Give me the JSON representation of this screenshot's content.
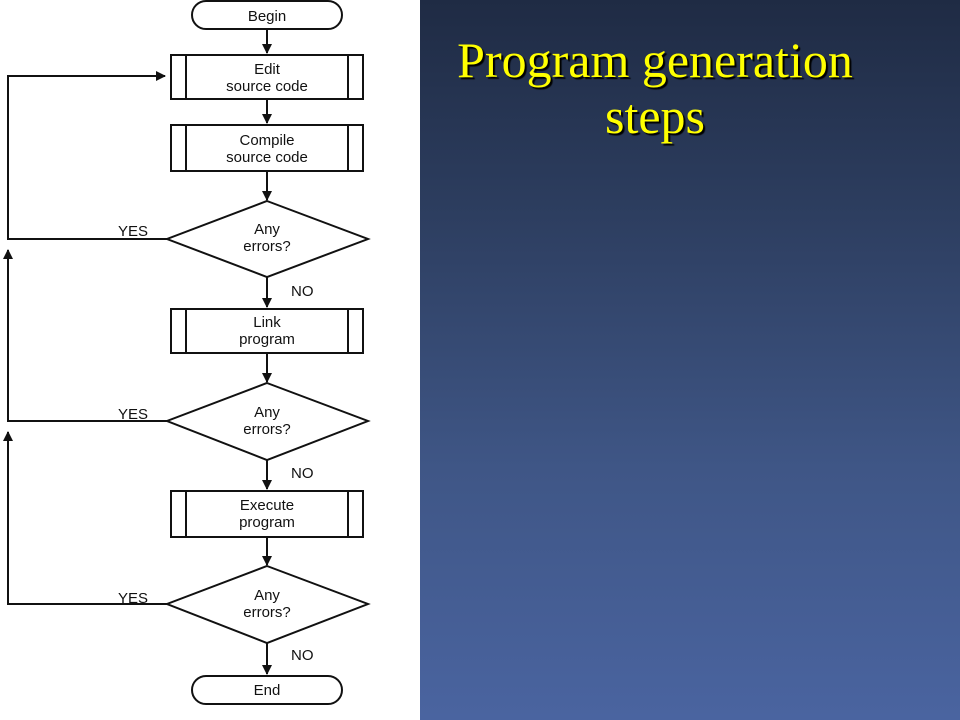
{
  "slide": {
    "title_line1": "Program generation",
    "title_line2": "steps",
    "title_color": "#ffff00"
  },
  "flowchart": {
    "begin": "Begin",
    "end": "End",
    "steps": [
      {
        "line1": "Edit",
        "line2": "source code"
      },
      {
        "line1": "Compile",
        "line2": "source code"
      },
      {
        "line1": "Link",
        "line2": "program"
      },
      {
        "line1": "Execute",
        "line2": "program"
      }
    ],
    "decisions": [
      {
        "line1": "Any",
        "line2": "errors?",
        "yes": "YES",
        "no": "NO"
      },
      {
        "line1": "Any",
        "line2": "errors?",
        "yes": "YES",
        "no": "NO"
      },
      {
        "line1": "Any",
        "line2": "errors?",
        "yes": "YES",
        "no": "NO"
      }
    ]
  }
}
